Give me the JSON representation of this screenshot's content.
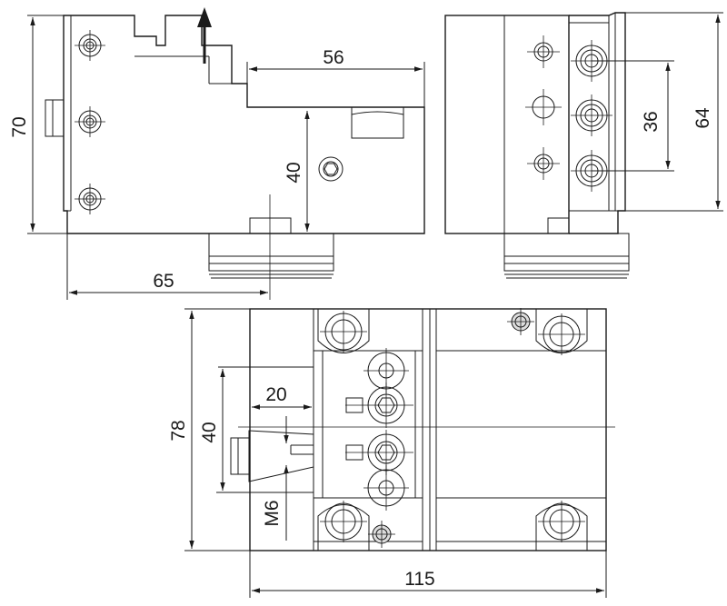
{
  "dimensions": {
    "front_height": "70",
    "front_width": "65",
    "front_top_width": "56",
    "front_inner_height": "40",
    "side_height": "64",
    "side_spacing": "36",
    "top_height": "78",
    "top_inner_height": "40",
    "top_offset": "20",
    "top_width": "115",
    "thread": "M6"
  }
}
